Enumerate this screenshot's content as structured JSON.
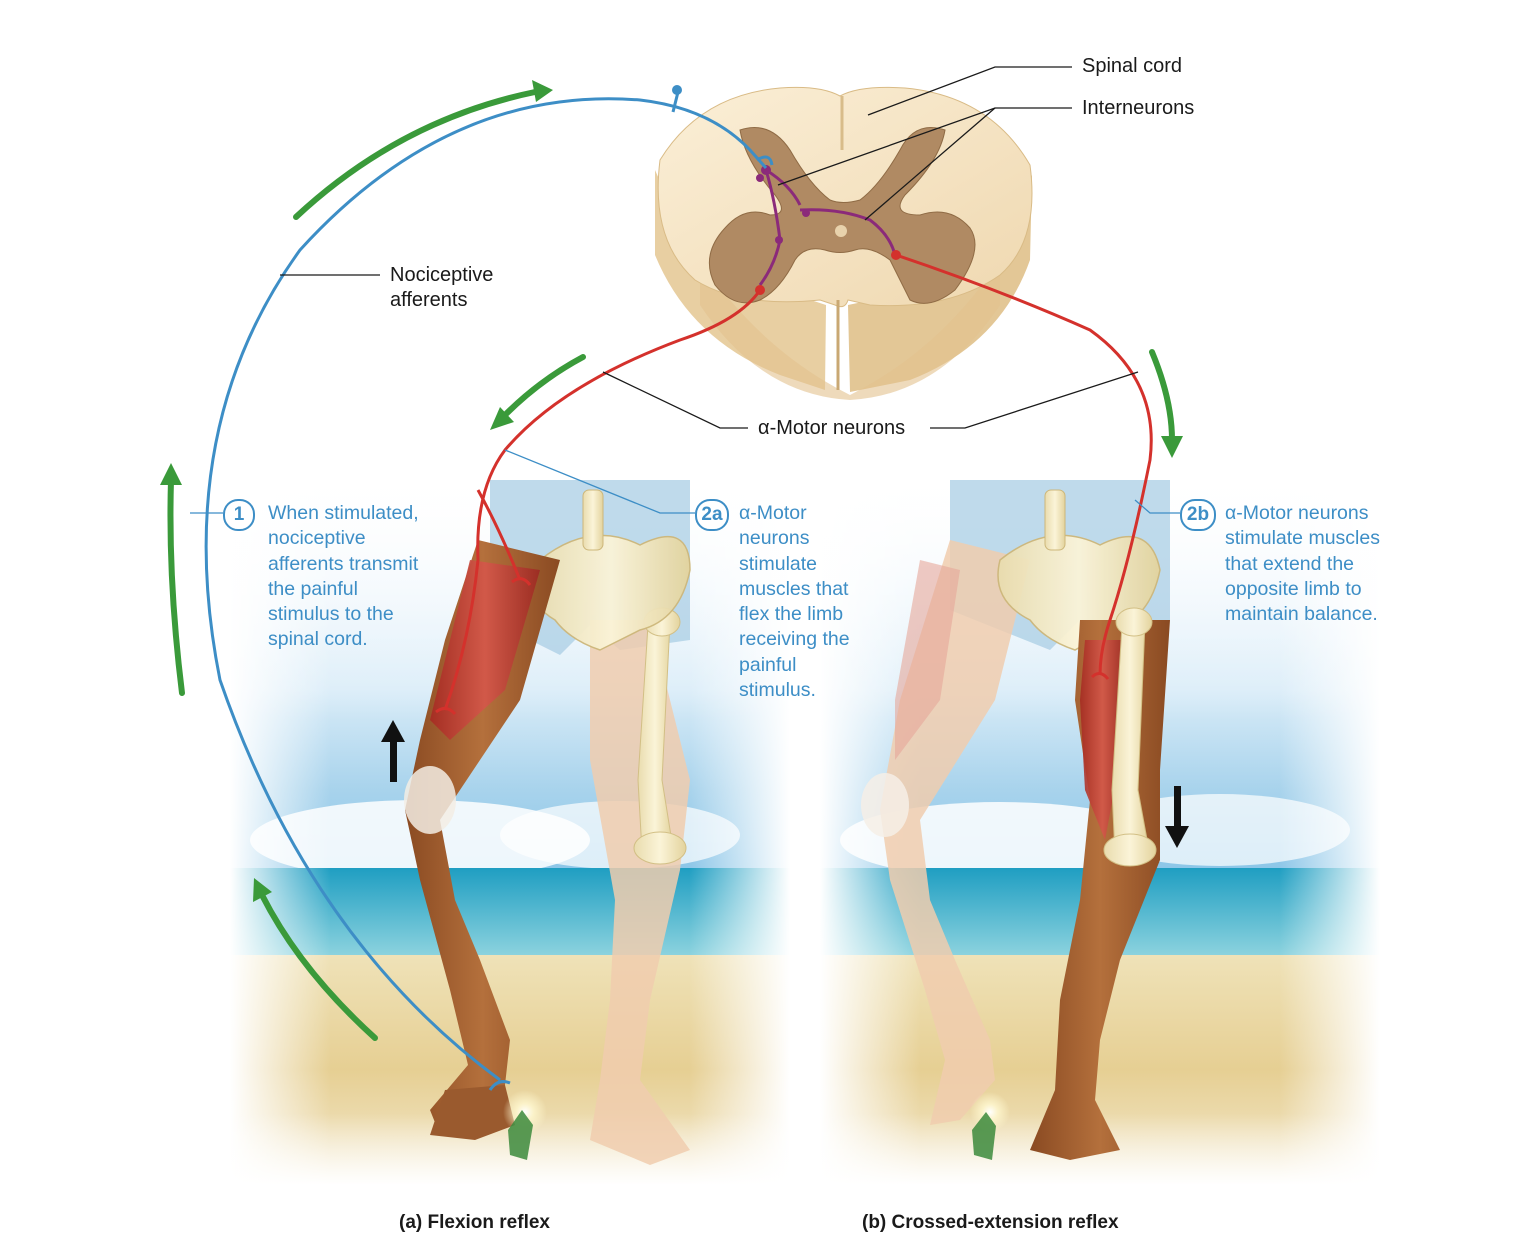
{
  "labels": {
    "spinal_cord": "Spinal cord",
    "interneurons": "Interneurons",
    "nociceptive_afferents_1": "Nociceptive",
    "nociceptive_afferents_2": "afferents",
    "motor_neurons": "α-Motor neurons"
  },
  "steps": [
    {
      "badge": "1",
      "lines": [
        "When stimulated,",
        "nociceptive",
        "afferents transmit",
        "the painful",
        "stimulus to the",
        "spinal cord."
      ]
    },
    {
      "badge": "2a",
      "lines": [
        "α-Motor",
        "neurons",
        "stimulate",
        "muscles that",
        "flex the limb",
        "receiving the",
        "painful",
        "stimulus."
      ]
    },
    {
      "badge": "2b",
      "lines": [
        "α-Motor neurons",
        "stimulate muscles",
        "that extend the",
        "opposite limb to",
        "maintain balance."
      ]
    }
  ],
  "captions": {
    "a": "(a) Flexion reflex",
    "b": "(b) Crossed-extension reflex"
  },
  "colors": {
    "afferent": "#3d8ec6",
    "motor": "#d4312c",
    "interneuron": "#8b2a7a",
    "flow_arrow": "#3a9a3a",
    "movement_arrow": "#111111",
    "text_blue": "#3d8ec6"
  }
}
